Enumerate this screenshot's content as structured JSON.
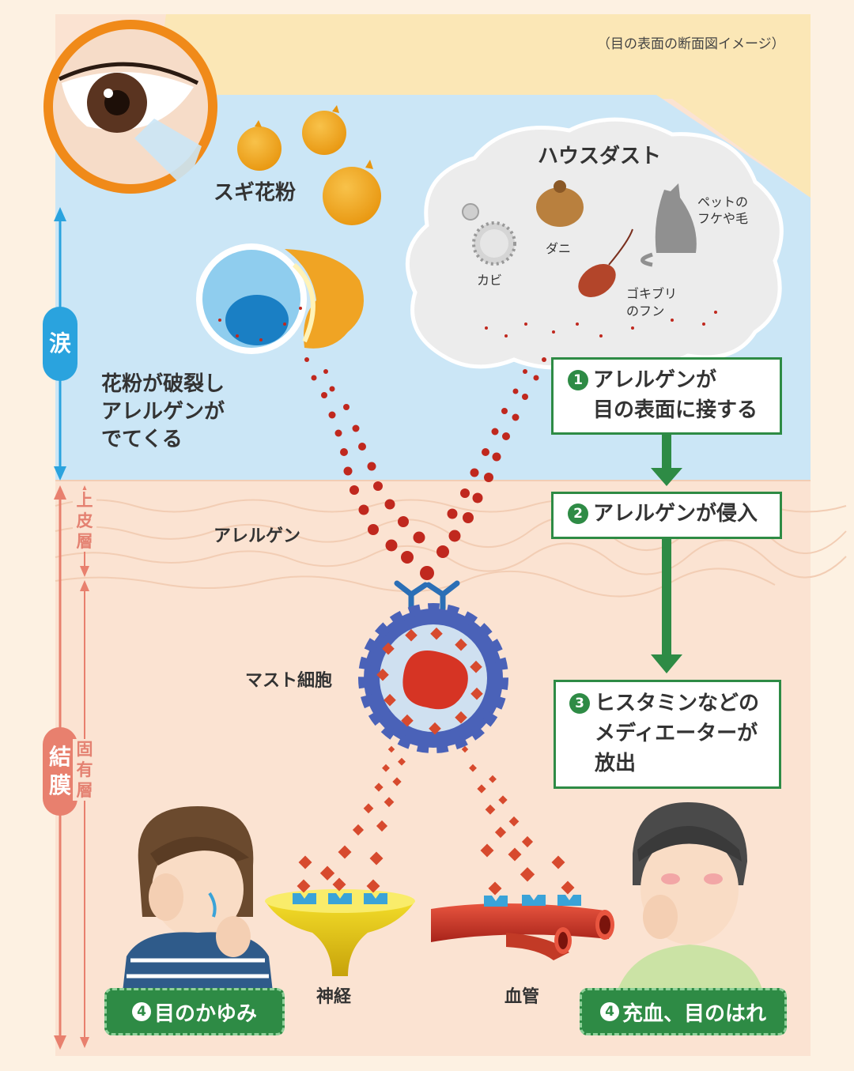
{
  "caption": "（目の表面の断面図イメージ）",
  "labels": {
    "pollen": "スギ花粉",
    "house_dust": "ハウスダスト",
    "mold": "カビ",
    "mite": "ダニ",
    "pet_dander": [
      "ペットの",
      "フケや毛"
    ],
    "cockroach": [
      "ゴキブリ",
      "のフン"
    ],
    "pollen_burst": [
      "花粉が破裂し",
      "アレルゲンが",
      "でてくる"
    ],
    "allergen": "アレルゲン",
    "mast_cell": "マスト細胞",
    "nerve": "神経",
    "blood_vessel": "血管"
  },
  "layers": {
    "tears": "涙",
    "conjunctiva": [
      "結",
      "膜"
    ],
    "epithelium": [
      "上",
      "皮",
      "層"
    ],
    "lamina_propria": [
      "固",
      "有",
      "層"
    ]
  },
  "steps": [
    {
      "num": "1",
      "lines": [
        "アレルゲンが",
        "目の表面に接する"
      ]
    },
    {
      "num": "2",
      "lines": [
        "アレルゲンが侵入"
      ]
    },
    {
      "num": "3",
      "lines": [
        "ヒスタミンなどの",
        "メディエーターが",
        "放出"
      ]
    }
  ],
  "symptoms": [
    {
      "num": "4",
      "text": "目のかゆみ"
    },
    {
      "num": "4",
      "text": "充血、目のはれ"
    }
  ],
  "colors": {
    "tear_layer": "#cbe6f6",
    "tissue": "#fbe3d2",
    "step_green": "#2e8b45",
    "allergen_red": "#c0281e",
    "tear_label": "#2aa3de",
    "conjunctiva_label": "#e8806e"
  }
}
